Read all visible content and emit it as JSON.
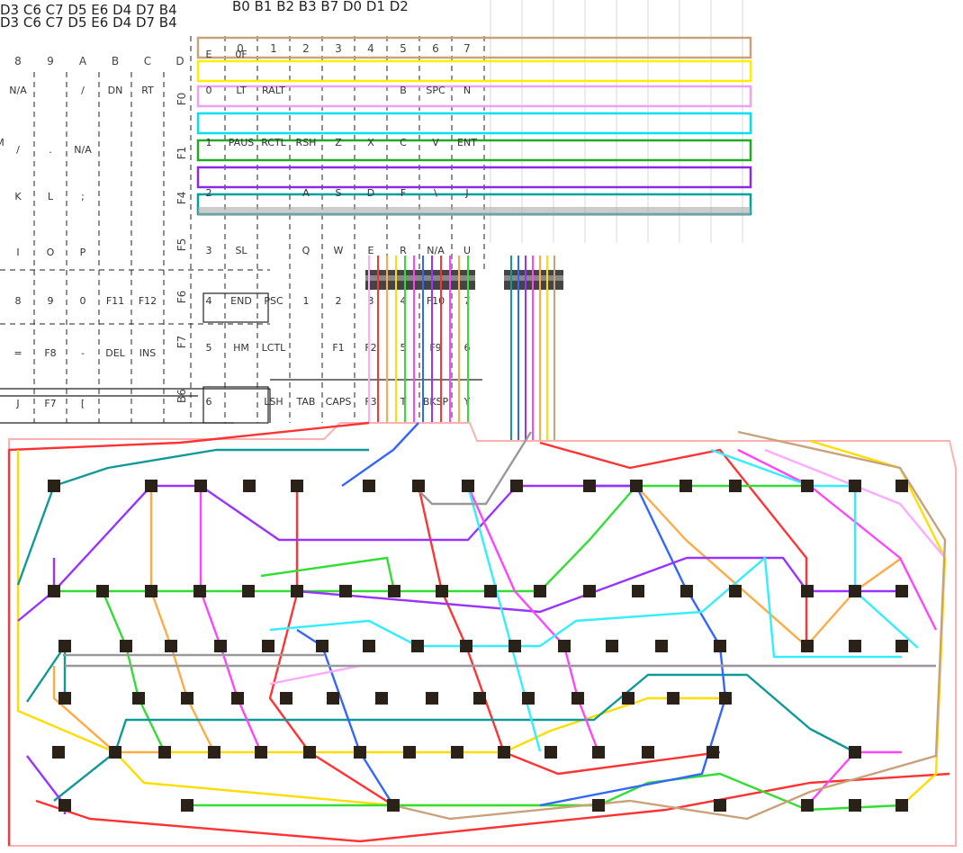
{
  "header": {
    "pins_top": "B0 B1 B2 B3 B7 D0 D1 D2",
    "pins_left": "D3 C6 C7 D5 E6 D4 D7 B4"
  },
  "column_numbers": [
    "0",
    "1",
    "2",
    "3",
    "4",
    "5",
    "6",
    "7"
  ],
  "left_column_letters": [
    "8",
    "9",
    "A",
    "B",
    "C",
    "D"
  ],
  "row_pin_labels": [
    "F0",
    "F1",
    "F4",
    "F5",
    "F6",
    "F7",
    "B6"
  ],
  "matrix": [
    {
      "row": "E",
      "cells": [
        "E",
        "0F"
      ]
    },
    {
      "row": "0",
      "cells": [
        "0",
        "LT",
        "RALT",
        "",
        "",
        "",
        "B",
        "SPC",
        "N"
      ]
    },
    {
      "row": "1",
      "cells": [
        "1",
        "PAUS",
        "RCTL",
        "RSH",
        "Z",
        "X",
        "C",
        "V",
        "ENT",
        "M"
      ]
    },
    {
      "row": "2",
      "cells": [
        "2",
        "",
        "",
        "A",
        "S",
        "D",
        "F",
        "\\",
        "J"
      ]
    },
    {
      "row": "3",
      "cells": [
        "3",
        "SL",
        "",
        "Q",
        "W",
        "E",
        "R",
        "N/A",
        "U"
      ]
    },
    {
      "row": "4",
      "cells": [
        "4",
        "END",
        "PSC",
        "1",
        "2",
        "3",
        "4",
        "F10",
        "7"
      ]
    },
    {
      "row": "5",
      "cells": [
        "5",
        "HM",
        "LCTL",
        "",
        "F1",
        "F2",
        "5",
        "F9",
        "6"
      ]
    },
    {
      "row": "6",
      "cells": [
        "6",
        "",
        "LSH",
        "TAB",
        "CAPS",
        "F3",
        "T",
        "BKSP",
        "Y"
      ]
    }
  ],
  "left_matrix": [
    [
      "N/A",
      "",
      "/",
      "DN",
      "RT"
    ],
    [
      "/",
      ".",
      "N/A",
      "",
      ""
    ],
    [
      "K",
      "L",
      ";",
      "",
      ""
    ],
    [
      "I",
      "O",
      "P",
      "",
      ""
    ],
    [
      "8",
      "9",
      "0",
      "F11",
      "F12"
    ],
    [
      "=",
      "F8",
      "-",
      "DEL",
      "INS"
    ],
    [
      "J",
      "F7",
      "[",
      "",
      ""
    ]
  ],
  "bus_colors": [
    "#c8a27a",
    "#ffee00",
    "#f0a0f0",
    "#00e0f0",
    "#22aa22",
    "#8a2be2",
    "#00a0a0"
  ],
  "wire_colors": {
    "red": "#ff3333",
    "orange": "#ffaa44",
    "yellow": "#ffdd00",
    "green": "#33dd33",
    "teal": "#119999",
    "blue": "#3366ff",
    "purple": "#9933ff",
    "magenta": "#ff44ff",
    "pink": "#ffaaff",
    "cyan": "#33eeff",
    "tan": "#c8a27a",
    "gray": "#999999"
  },
  "keys": {
    "row1": [
      60,
      168,
      223,
      277,
      330,
      410,
      465,
      520,
      574,
      655,
      707,
      762,
      817,
      897,
      950,
      1002
    ],
    "row2": [
      60,
      114,
      168,
      222,
      276,
      330,
      384,
      438,
      491,
      545,
      600,
      655,
      709,
      763,
      817,
      897,
      950,
      1002
    ],
    "row3": [
      72,
      140,
      190,
      245,
      298,
      358,
      410,
      464,
      518,
      572,
      627,
      680,
      735,
      800,
      897,
      950,
      1002
    ],
    "row4": [
      72,
      154,
      208,
      264,
      318,
      370,
      424,
      480,
      533,
      587,
      642,
      698,
      748,
      806
    ],
    "row5": [
      65,
      128,
      183,
      238,
      290,
      344,
      400,
      455,
      508,
      560,
      612,
      665,
      720,
      792,
      950
    ],
    "row6": [
      72,
      208,
      437,
      665,
      800,
      897,
      950,
      1002
    ]
  }
}
